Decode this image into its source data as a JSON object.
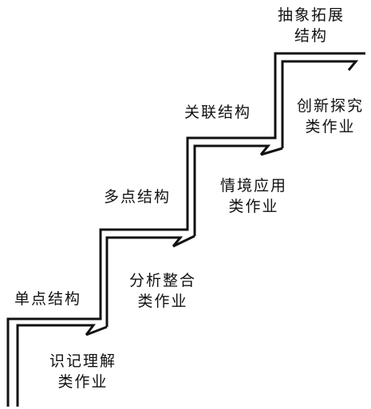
{
  "levels": [
    {
      "structure": "单点结构",
      "homework": [
        "识记理解",
        "类作业"
      ]
    },
    {
      "structure": "多点结构",
      "homework": [
        "分析整合",
        "类作业"
      ]
    },
    {
      "structure": "关联结构",
      "homework": [
        "情境应用",
        "类作业"
      ]
    },
    {
      "structure": [
        "抽象拓展",
        "结构"
      ],
      "homework": [
        "创新探究",
        "类作业"
      ]
    }
  ],
  "colors": {
    "line": "#111111",
    "background": "#ffffff"
  }
}
